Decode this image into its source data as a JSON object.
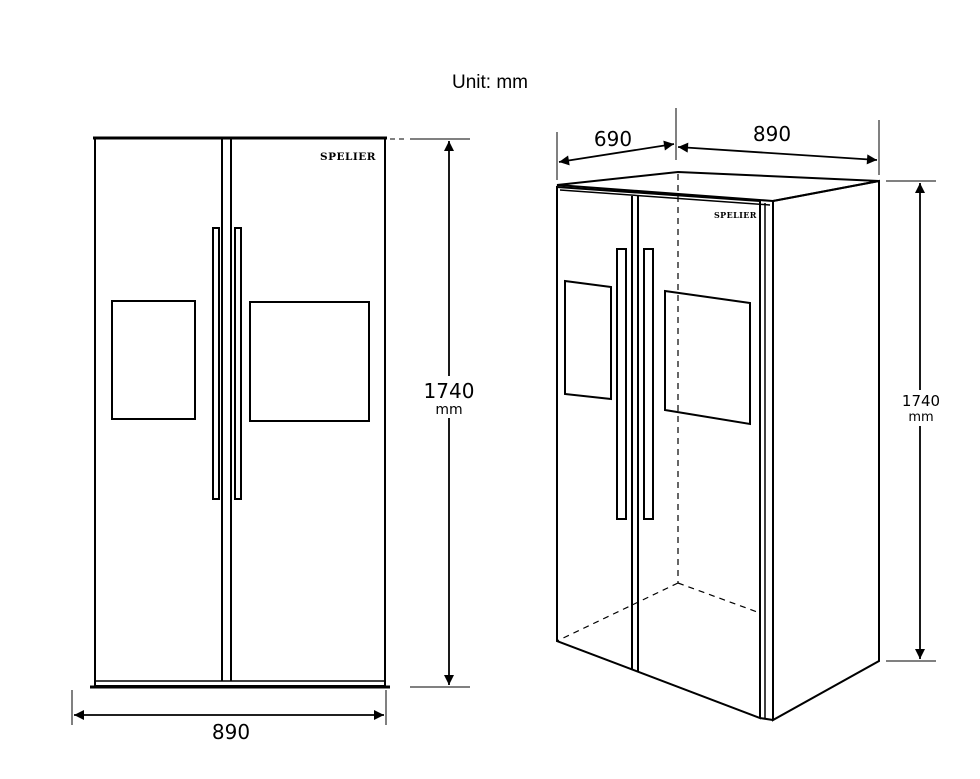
{
  "unit_note": "Unit: mm",
  "brand": "SPELIER",
  "front_view": {
    "width_label": "890",
    "height_value": "1740",
    "height_unit": "mm"
  },
  "perspective_view": {
    "depth_label": "690",
    "width_label": "890",
    "height_value": "1740",
    "height_unit": "mm"
  },
  "colors": {
    "line": "#000000",
    "background": "#ffffff"
  }
}
